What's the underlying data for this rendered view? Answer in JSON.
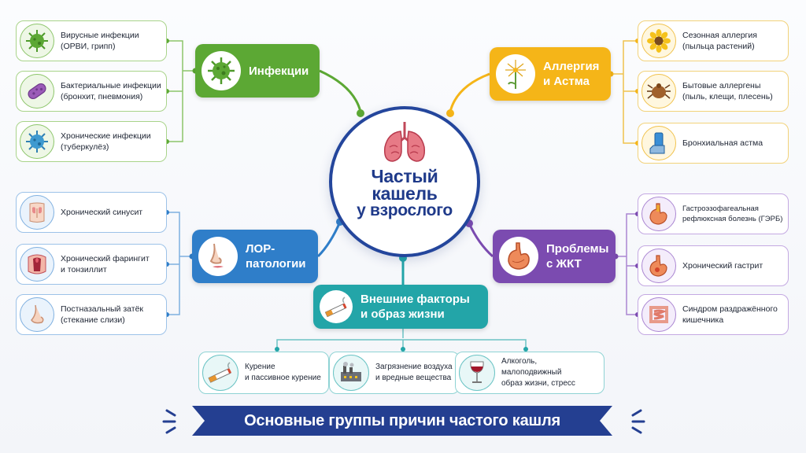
{
  "center": {
    "title_line1": "Частый",
    "title_line2": "кашель",
    "title_line3": "у взрослого",
    "icon": "lungs-icon"
  },
  "categories": {
    "infections": {
      "title": [
        "Инфекции"
      ],
      "color": "#5ca834",
      "icon": "virus-icon",
      "items": [
        {
          "line1": "Вирусные инфекции",
          "line2": "(ОРВИ, грипп)",
          "icon": "virus-icon"
        },
        {
          "line1": "Бактериальные инфекции",
          "line2": "(бронхит, пневмония)",
          "icon": "bacteria-icon"
        },
        {
          "line1": "Хронические инфекции",
          "line2": "(туберкулёз)",
          "icon": "virus-icon"
        }
      ]
    },
    "allergy": {
      "title": [
        "Аллергия",
        "и Астма"
      ],
      "color": "#f5b518",
      "icon": "dandelion-icon",
      "items": [
        {
          "line1": "Сезонная аллергия",
          "line2": "(пыльца растений)",
          "icon": "sunflower-icon"
        },
        {
          "line1": "Бытовые аллергены",
          "line2": "(пыль, клещи, плесень)",
          "icon": "dust-mite-icon"
        },
        {
          "line1": "Бронхиальная астма",
          "line2": "",
          "icon": "inhaler-icon"
        }
      ]
    },
    "ent": {
      "title": [
        "ЛОР-",
        "патологии"
      ],
      "color": "#2f7ec9",
      "icon": "nose-face-icon",
      "items": [
        {
          "line1": "Хронический синусит",
          "line2": "",
          "icon": "sinus-icon"
        },
        {
          "line1": "Хронический фарингит",
          "line2": "и тонзиллит",
          "icon": "throat-icon"
        },
        {
          "line1": "Постназальный затёк",
          "line2": "(стекание слизи)",
          "icon": "nose-icon"
        }
      ]
    },
    "gi": {
      "title": [
        "Проблемы",
        "с ЖКТ"
      ],
      "color": "#7b4bb0",
      "icon": "stomach-icon",
      "items": [
        {
          "line1": "Гастроэзофагеальная",
          "line2": "рефлюксная болезнь (ГЭРБ)",
          "icon": "stomach-reflux-icon"
        },
        {
          "line1": "Хронический гастрит",
          "line2": "",
          "icon": "stomach-icon"
        },
        {
          "line1": "Синдром раздражённого",
          "line2": "кишечника",
          "icon": "intestine-icon"
        }
      ]
    },
    "external": {
      "title": [
        "Внешние факторы",
        "и образ жизни"
      ],
      "color": "#23a5a8",
      "icon": "cigarette-icon",
      "items": [
        {
          "line1": "Курение",
          "line2": "и пассивное курение",
          "icon": "cigarette-icon"
        },
        {
          "line1": "Загрязнение воздуха",
          "line2": "и вредные вещества",
          "icon": "factory-icon"
        },
        {
          "line1": "Алкоголь, малоподвижный",
          "line2": "образ жизни, стресс",
          "icon": "wine-glass-icon"
        }
      ]
    }
  },
  "footer": {
    "text": "Основные группы причин частого кашля",
    "color": "#243f91"
  }
}
